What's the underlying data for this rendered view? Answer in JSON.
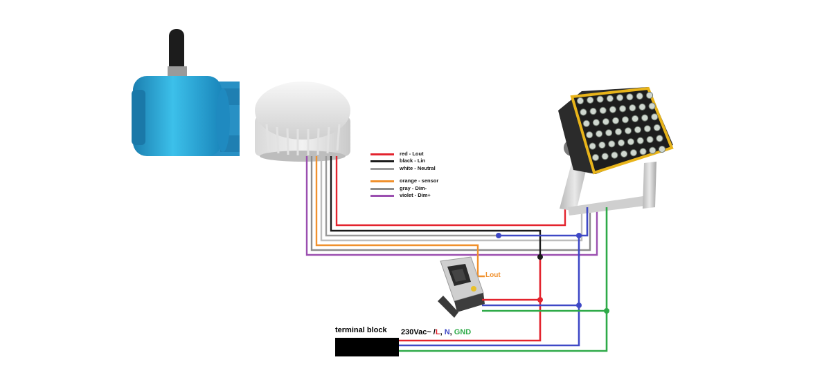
{
  "legend": [
    {
      "color": "#e3232d",
      "text": "red - Lout"
    },
    {
      "color": "#1a1a1a",
      "text": "black - Lin"
    },
    {
      "color": "#9a9a9a",
      "text": "white - Neutral"
    },
    {
      "color": "#f0902c",
      "text": "orange - sensor"
    },
    {
      "color": "#8c8c8c",
      "text": "gray - Dim-"
    },
    {
      "color": "#9b4fb0",
      "text": "violet - Dim+"
    }
  ],
  "terminal_block": {
    "label": "terminal block"
  },
  "supply": {
    "prefix": "230Vac~ /",
    "L": "L",
    ", 1": ", ",
    "N": "N",
    ", 2": ", ",
    "GND": "GND"
  },
  "lout_label": "Lout",
  "colors": {
    "red": "#e3232d",
    "black": "#1a1a1a",
    "blue": "#3e48c6",
    "green": "#2eaa48",
    "orange": "#f0902c",
    "violet": "#9b4fb0",
    "gray": "#8c8c8c",
    "white_wire": "#bdbdbd",
    "floodlight_frame": "#e8b41a",
    "enclosure_blue": "#2a9fd0"
  }
}
